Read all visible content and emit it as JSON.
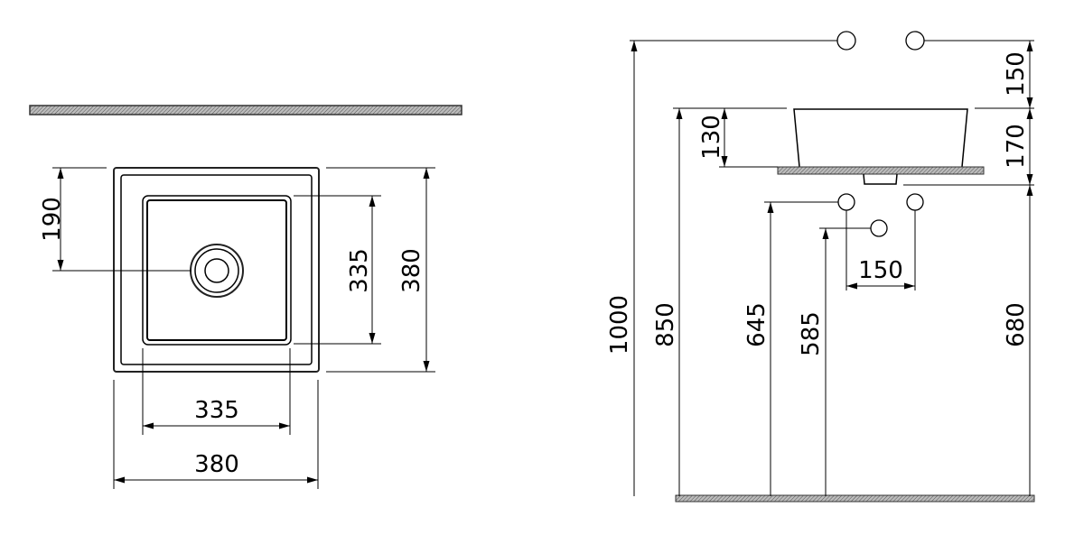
{
  "plan_view": {
    "offset_from_back": "190",
    "bowl_depth": "335",
    "overall_depth": "380",
    "bowl_width": "335",
    "overall_width": "380"
  },
  "side_view": {
    "wall_height": "1000",
    "rim_height": "850",
    "bowl_height": "130",
    "tap_above_rim": "150",
    "rim_to_drain": "170",
    "drain_height": "680",
    "supply_height": "645",
    "waste_height": "585",
    "supply_spacing": "150"
  },
  "colors": {
    "line": "#000000",
    "hatch": "#888888"
  }
}
